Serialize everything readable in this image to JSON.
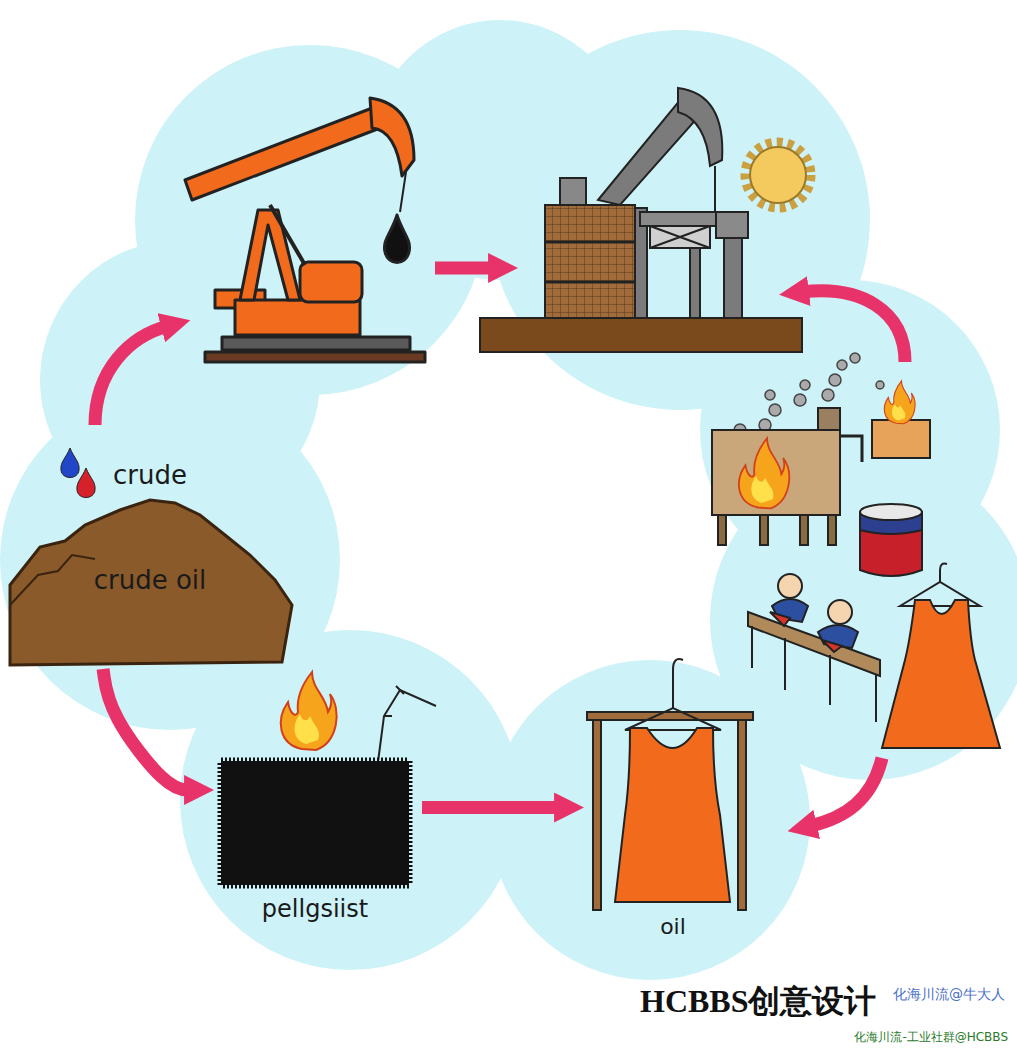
{
  "diagram": {
    "nodes": [
      {
        "text": [
          "crude",
          "crude oil"
        ]
      },
      {
        "text": [
          "pellgsiist"
        ]
      },
      {
        "text": [
          "oil"
        ]
      }
    ],
    "edges": [
      {
        "from": 0,
        "to": 1,
        "arrow": "to"
      },
      {
        "from": 1,
        "to": 2,
        "arrow": "to"
      }
    ],
    "labels": [
      "HCBBS创意设计",
      "化海川流@牛大人",
      "化海川流-工业社群@HCBBS"
    ]
  }
}
